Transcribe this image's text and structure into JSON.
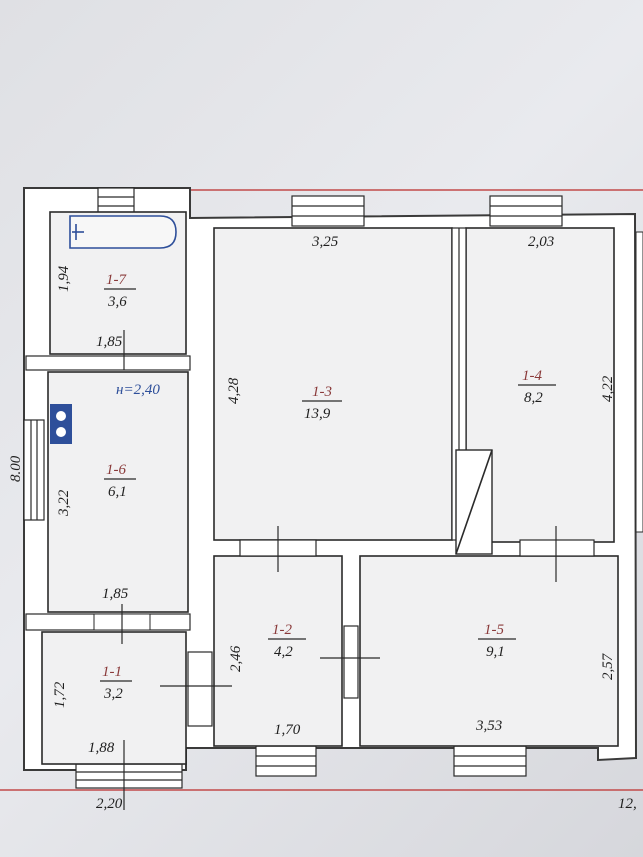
{
  "plan": {
    "overall_height": "8.00",
    "overall_width_partial": "2,20",
    "overall_right_partial": "12,",
    "ceiling_height": "н=2,40",
    "rooms": [
      {
        "id": "1-7",
        "area": "3,6",
        "dim_a": "1,94",
        "dim_b": "1,85"
      },
      {
        "id": "1-6",
        "area": "6,1",
        "dim_a": "3,22",
        "dim_b": "1,85"
      },
      {
        "id": "1-1",
        "area": "3,2",
        "dim_a": "1,72",
        "dim_b": "1,88"
      },
      {
        "id": "1-3",
        "area": "13,9",
        "dim_a": "3,25",
        "dim_b": "4,28"
      },
      {
        "id": "1-4",
        "area": "8,2",
        "dim_a": "2,03",
        "dim_b": "4,22"
      },
      {
        "id": "1-2",
        "area": "4,2",
        "dim_a": "2,46",
        "dim_b": "1,70"
      },
      {
        "id": "1-5",
        "area": "9,1",
        "dim_a": "2,57",
        "dim_b": "3,53"
      }
    ]
  },
  "colors": {
    "border_line": "#c24a4a",
    "stove": "#2e4f9a"
  }
}
